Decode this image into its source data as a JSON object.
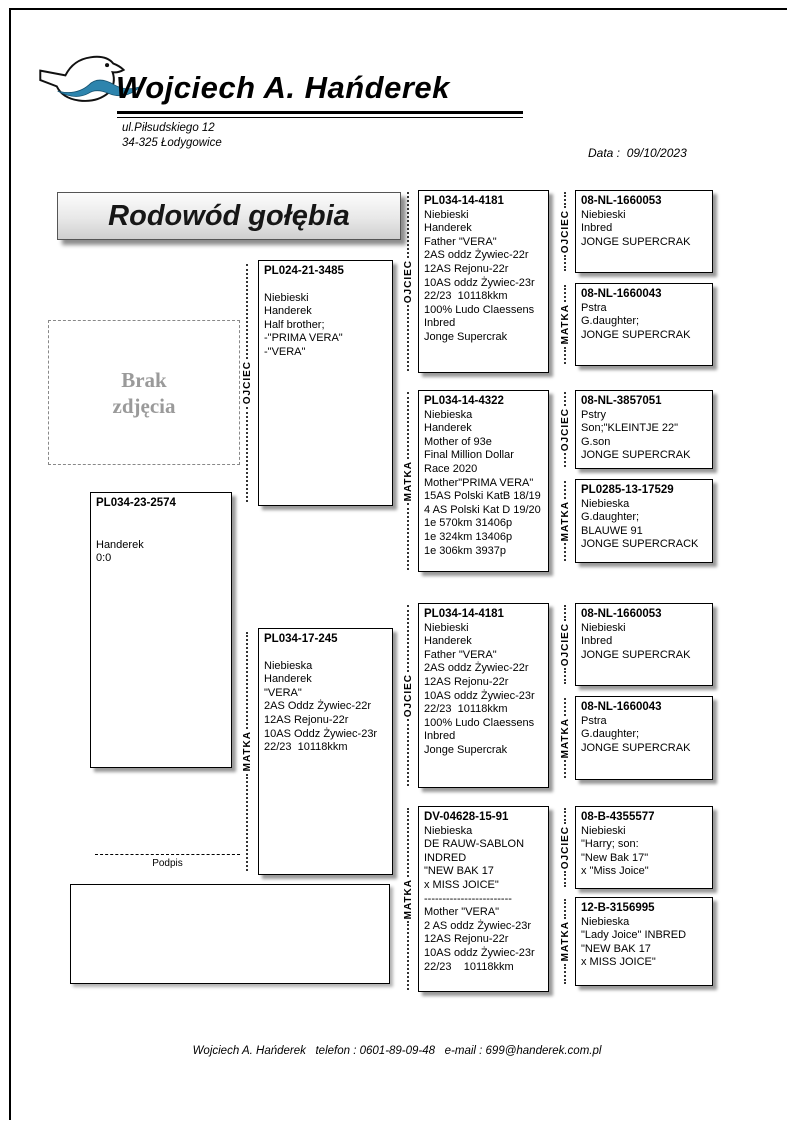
{
  "header": {
    "breeder_name": "Wojciech A. Hańderek",
    "address_line1": "ul.Piłsudskiego 12",
    "address_line2": "34-325 Łodygowice",
    "date_label": "Data :",
    "date_value": "09/10/2023"
  },
  "document_title": "Rodowód gołębia",
  "photo_placeholder": "Brak zdjęcia",
  "signature_label": "Podpis",
  "role_labels": {
    "father": "OJCIEC",
    "mother": "MATKA"
  },
  "subject": {
    "ring": "PL034-23-2574",
    "lines": [
      "Handerek",
      "0:0"
    ]
  },
  "gen1": [
    {
      "role": "father",
      "ring": "PL024-21-3485",
      "lines": [
        "Niebieski",
        "Handerek",
        "Half brother;",
        "-\"PRIMA VERA\"",
        "-\"VERA\""
      ]
    },
    {
      "role": "mother",
      "ring": "PL034-17-245",
      "lines": [
        "Niebieska",
        "Handerek",
        "\"VERA\"",
        "2AS Oddz Żywiec-22r",
        "12AS Rejonu-22r",
        "10AS Oddz Żywiec-23r",
        "22/23  10118kkm"
      ]
    }
  ],
  "gen2": [
    {
      "role": "father",
      "ring": "PL034-14-4181",
      "lines": [
        "Niebieski",
        "Handerek",
        "Father \"VERA\"",
        "2AS oddz Żywiec-22r",
        "12AS Rejonu-22r",
        "10AS oddz Żywiec-23r",
        "22/23  10118kkm",
        "100% Ludo Claessens",
        "Inbred",
        "Jonge Supercrak"
      ]
    },
    {
      "role": "mother",
      "ring": "PL034-14-4322",
      "lines": [
        "Niebieska",
        "Handerek",
        "Mother of 93e",
        "Final Million Dollar",
        "Race 2020",
        "Mother\"PRIMA VERA\"",
        "15AS Polski KatB 18/19",
        "4 AS Polski Kat D 19/20",
        "1e 570km 31406p",
        "1e 324km 13406p",
        "1e 306km 3937p"
      ]
    },
    {
      "role": "father",
      "ring": "PL034-14-4181",
      "lines": [
        "Niebieski",
        "Handerek",
        "Father \"VERA\"",
        "2AS oddz Żywiec-22r",
        "12AS Rejonu-22r",
        "10AS oddz Żywiec-23r",
        "22/23  10118kkm",
        "100% Ludo Claessens",
        "Inbred",
        "Jonge Supercrak"
      ]
    },
    {
      "role": "mother",
      "ring": "DV-04628-15-91",
      "lines": [
        "Niebieska",
        "DE RAUW-SABLON",
        "INDRED",
        "\"NEW BAK 17",
        "x MISS JOICE\"",
        "------------------------",
        "Mother \"VERA\"",
        "2 AS oddz Żywiec-23r",
        "12AS Rejonu-22r",
        "10AS oddz Żywiec-23r",
        "22/23    10118kkm"
      ]
    }
  ],
  "gen3": [
    {
      "role": "father",
      "ring": "08-NL-1660053",
      "lines": [
        "Niebieski",
        "Inbred",
        "JONGE SUPERCRAK"
      ]
    },
    {
      "role": "mother",
      "ring": "08-NL-1660043",
      "lines": [
        "Pstra",
        "G.daughter;",
        "JONGE SUPERCRAK"
      ]
    },
    {
      "role": "father",
      "ring": "08-NL-3857051",
      "lines": [
        "Pstry",
        "Son;\"KLEINTJE 22\"",
        "G.son",
        "JONGE SUPERCRAK"
      ]
    },
    {
      "role": "mother",
      "ring": "PL0285-13-17529",
      "lines": [
        "Niebieska",
        "G.daughter;",
        "BLAUWE 91",
        "JONGE SUPERCRACK"
      ]
    },
    {
      "role": "father",
      "ring": "08-NL-1660053",
      "lines": [
        "Niebieski",
        "Inbred",
        "JONGE SUPERCRAK"
      ]
    },
    {
      "role": "mother",
      "ring": "08-NL-1660043",
      "lines": [
        "Pstra",
        "G.daughter;",
        "JONGE SUPERCRAK"
      ]
    },
    {
      "role": "father",
      "ring": "08-B-4355577",
      "lines": [
        "Niebieski",
        "\"Harry; son:",
        "\"New Bak 17\"",
        "x \"Miss Joice\""
      ]
    },
    {
      "role": "mother",
      "ring": "12-B-3156995",
      "lines": [
        "Niebieska",
        "\"Lady Joice\" INBRED",
        "\"NEW BAK 17",
        "x MISS JOICE\""
      ]
    }
  ],
  "footer": "Wojciech A. Hańderek   telefon : 0601-89-09-48   e-mail : 699@handerek.com.pl"
}
